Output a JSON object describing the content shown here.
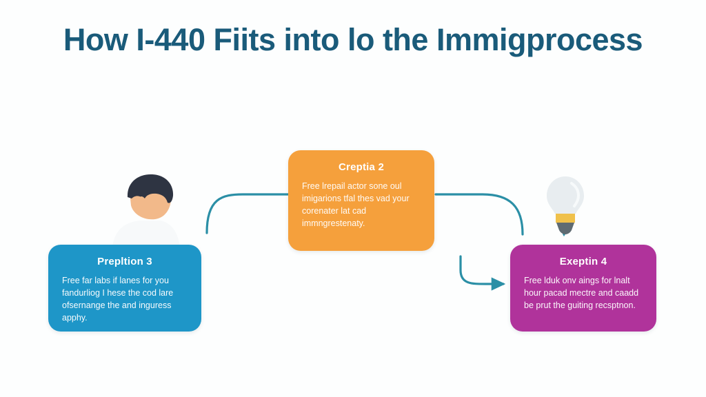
{
  "page": {
    "title": "How I-440 Fiits into lo the Immigprocess",
    "background_color": "#fdfefe",
    "title_color": "#1a5b7a"
  },
  "diagram": {
    "type": "process-flow",
    "connector_color": "#2b8fa6",
    "cards": [
      {
        "id": "center",
        "title": "Creptia 2",
        "body": "Free lrepail actor sone oul imigarions tfal thes vad your corenater lat cad immngrestenaty.",
        "color": "#f5a03c",
        "position": "center"
      },
      {
        "id": "left",
        "title": "Prepltion 3",
        "body": "Free far labs if lanes for you fandurliog I hese the cod lare ofsernange the and inguress apphy.",
        "color": "#1e96c8",
        "position": "bottom-left"
      },
      {
        "id": "right",
        "title": "Exeptin 4",
        "body": "Free lduk onv aings for lnalt hour pacad mectre and caadd be prut the guiting recsptnon.",
        "color": "#b0339b",
        "position": "bottom-right"
      }
    ],
    "icons": [
      {
        "id": "person",
        "name": "person-illustration",
        "hair_color": "#2e3442",
        "skin_color": "#f2b98a",
        "shirt_color": "#f4f6f8"
      },
      {
        "id": "lightbulb",
        "name": "lightbulb-icon",
        "glass_color": "#e8edf0",
        "band_color": "#f0c14b",
        "base_color": "#5f6b72"
      }
    ]
  }
}
